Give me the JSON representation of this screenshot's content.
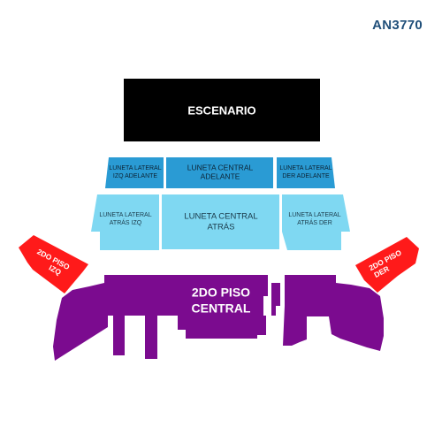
{
  "venue_code": "AN3770",
  "colors": {
    "stage": "#000000",
    "luneta_adelante": "#2a9bd4",
    "luneta_atras": "#7fd8f2",
    "piso_lateral": "#ff1a1a",
    "piso_central": "#7b0b8f"
  },
  "sections": {
    "stage": {
      "label": "ESCENARIO"
    },
    "luneta_lateral_izq_adelante": {
      "line1": "LUNETA LATERAL",
      "line2": "IZQ ADELANTE"
    },
    "luneta_central_adelante": {
      "line1": "LUNETA CENTRAL",
      "line2": "ADELANTE"
    },
    "luneta_lateral_der_adelante": {
      "line1": "LUNETA LATERAL",
      "line2": "DER ADELANTE"
    },
    "luneta_lateral_atras_izq": {
      "line1": "LUNETA LATERAL",
      "line2": "ATRÁS IZQ"
    },
    "luneta_central_atras": {
      "line1": "LUNETA CENTRAL",
      "line2": "ATRÁS"
    },
    "luneta_lateral_atras_der": {
      "line1": "LUNETA LATERAL",
      "line2": "ATRÁS DER"
    },
    "piso2_izq": {
      "line1": "2DO PISO",
      "line2": "IZQ"
    },
    "piso2_der": {
      "line1": "2DO PISO",
      "line2": "DER"
    },
    "piso2_central": {
      "line1": "2DO PISO",
      "line2": "CENTRAL"
    }
  }
}
